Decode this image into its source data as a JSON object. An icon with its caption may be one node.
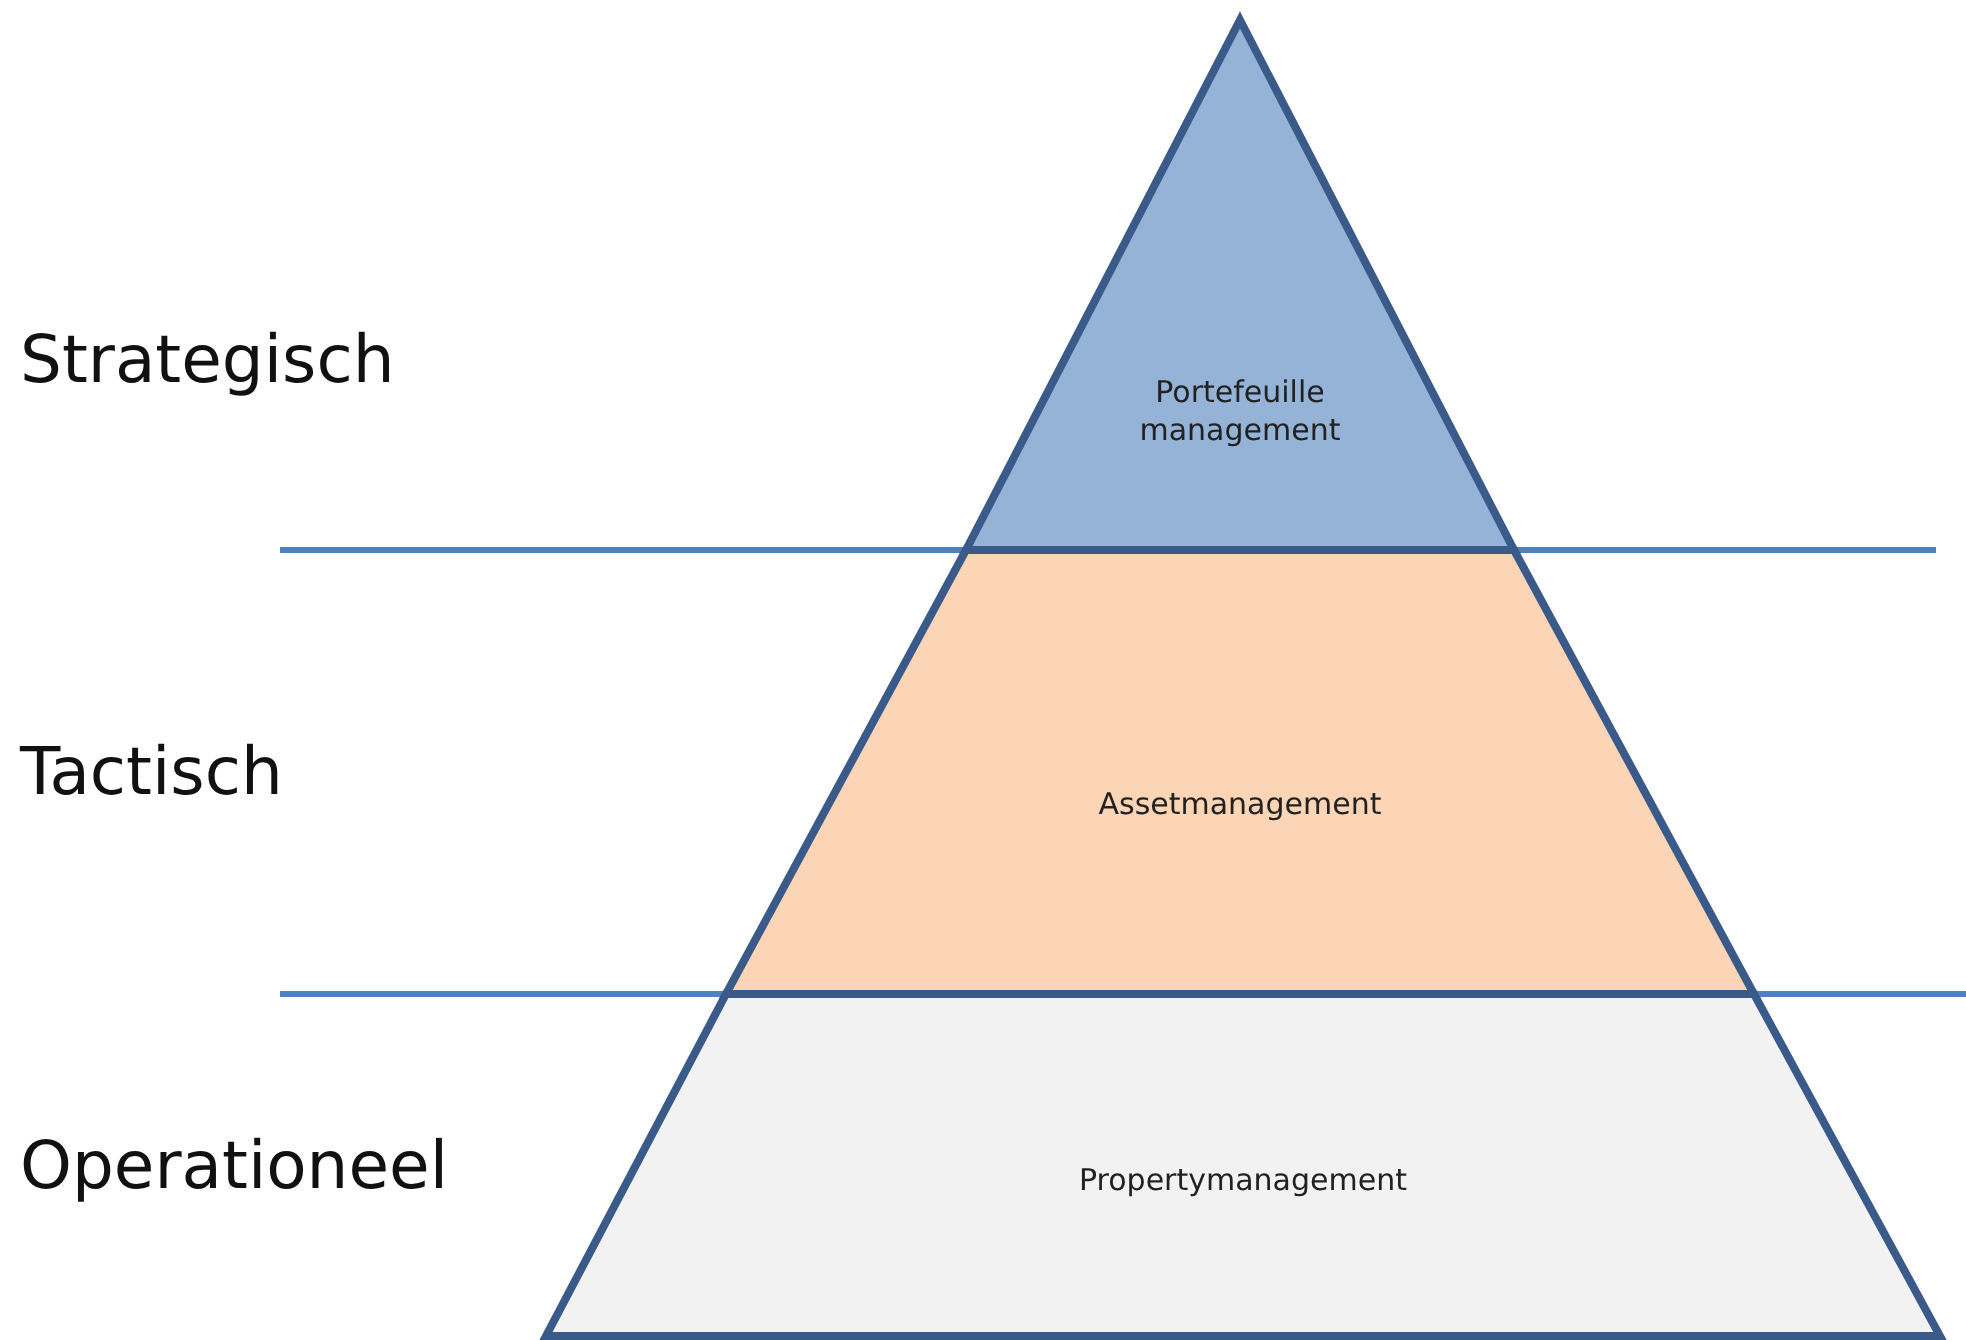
{
  "diagram": {
    "nodes": [
      {
        "text": [
          "Portefeuille management"
        ]
      },
      {
        "text": [
          "Assetmanagement"
        ]
      },
      {
        "text": [
          "Propertymanagement"
        ]
      }
    ],
    "labels": [
      "Strategisch",
      "Tactisch",
      "Operationeel"
    ]
  }
}
